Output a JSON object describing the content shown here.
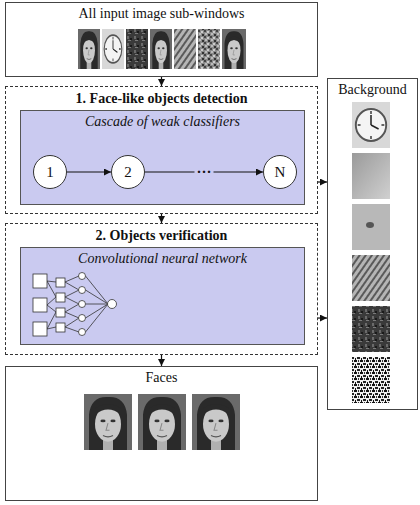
{
  "diagram": {
    "nodes": [
      {
        "text": [
          "All input image sub-windows"
        ]
      },
      {
        "text": [
          "1. Face-like objects detection"
        ]
      },
      {
        "text": [
          "Cascade of weak classifiers"
        ],
        "in": 1
      },
      {
        "text": [
          "1"
        ],
        "in": 2
      },
      {
        "text": [
          "2"
        ],
        "in": 2
      },
      {
        "text": [
          "N"
        ],
        "in": 2
      },
      {
        "text": [
          "2. Objects verification"
        ]
      },
      {
        "text": [
          "Convolutional neural network"
        ],
        "in": 6
      },
      {
        "text": [
          "Background"
        ]
      },
      {
        "text": [
          "Faces"
        ]
      }
    ],
    "edges": [
      {
        "from": 0,
        "to": 1,
        "arrow": "to"
      },
      {
        "from": 1,
        "to": 6,
        "arrow": "to"
      },
      {
        "from": 6,
        "to": 9,
        "arrow": "to"
      },
      {
        "from": 1,
        "to": 8,
        "arrow": "to"
      },
      {
        "from": 6,
        "to": 8,
        "arrow": "to"
      },
      {
        "from": 3,
        "to": 4,
        "arrow": "to"
      },
      {
        "from": 4,
        "to": 5,
        "label": "···",
        "arrow": "to"
      }
    ]
  }
}
